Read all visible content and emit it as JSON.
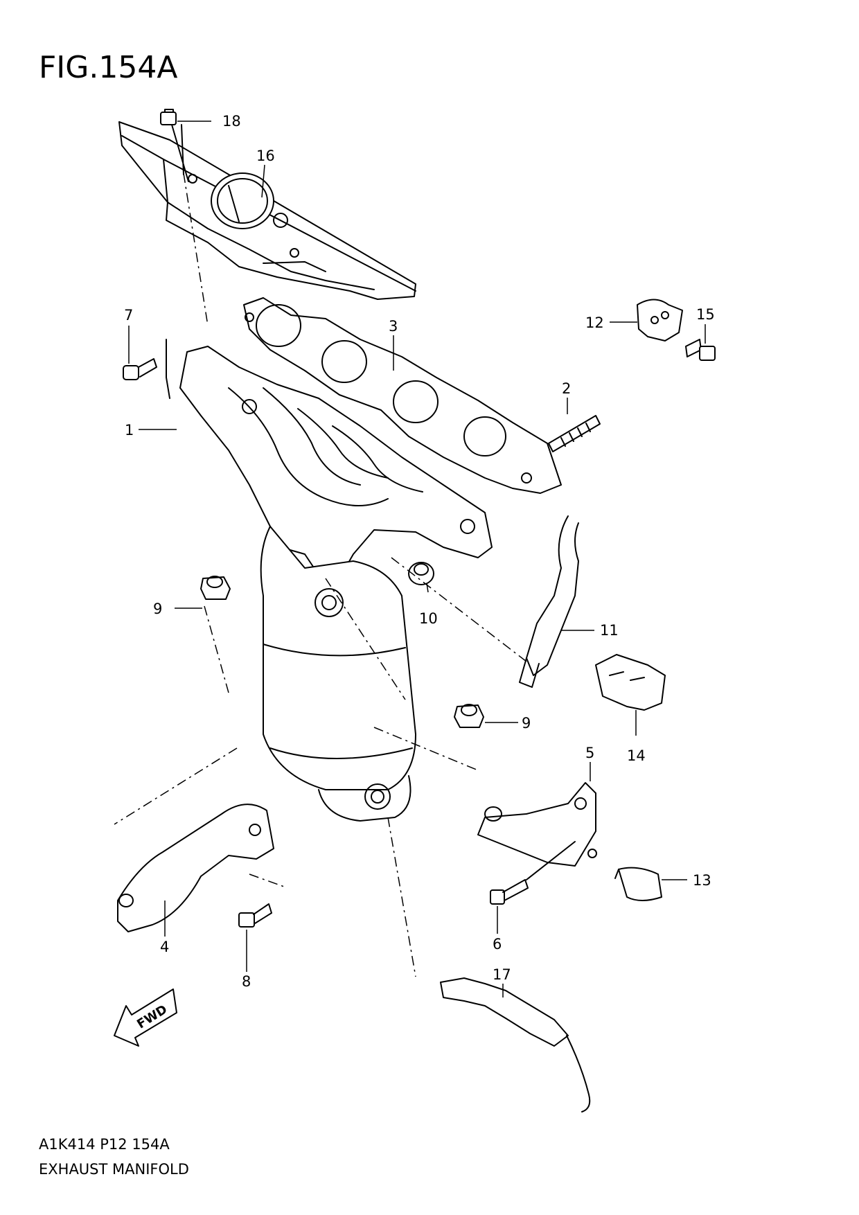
{
  "figure": {
    "title": "FIG.154A",
    "code": "A1K414 P12 154A",
    "name": "EXHAUST MANIFOLD"
  },
  "callouts": [
    {
      "id": "1",
      "label": "1"
    },
    {
      "id": "2",
      "label": "2"
    },
    {
      "id": "3",
      "label": "3"
    },
    {
      "id": "4",
      "label": "4"
    },
    {
      "id": "5",
      "label": "5"
    },
    {
      "id": "6",
      "label": "6"
    },
    {
      "id": "7",
      "label": "7"
    },
    {
      "id": "8",
      "label": "8"
    },
    {
      "id": "9a",
      "label": "9"
    },
    {
      "id": "9b",
      "label": "9"
    },
    {
      "id": "10",
      "label": "10"
    },
    {
      "id": "11",
      "label": "11"
    },
    {
      "id": "12",
      "label": "12"
    },
    {
      "id": "13",
      "label": "13"
    },
    {
      "id": "14",
      "label": "14"
    },
    {
      "id": "15",
      "label": "15"
    },
    {
      "id": "16",
      "label": "16"
    },
    {
      "id": "17",
      "label": "17"
    },
    {
      "id": "18",
      "label": "18"
    }
  ],
  "direction_marker": "FWD"
}
